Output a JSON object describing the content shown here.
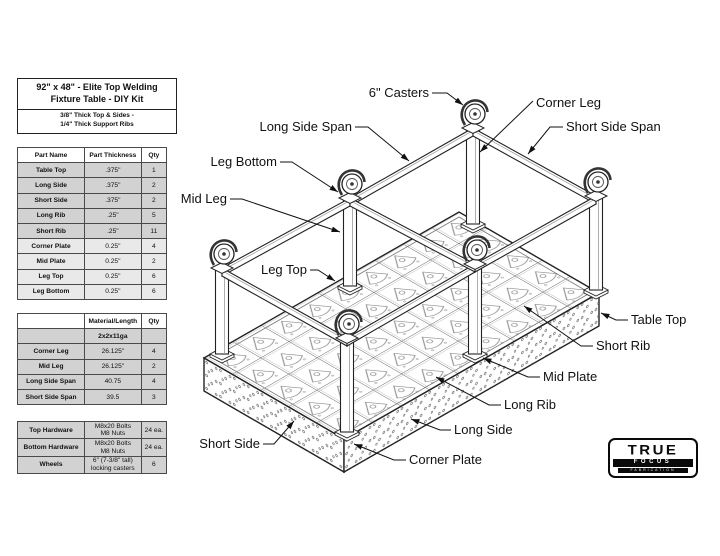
{
  "title_block": {
    "title_line1": "92\" x 48\" - Elite Top Welding",
    "title_line2": "Fixture Table - DIY Kit",
    "subtitle_line1": "3/8\" Thick Top & Sides -",
    "subtitle_line2": "1/4\" Thick Support Ribs"
  },
  "parts_table": {
    "headers": [
      "Part Name",
      "Part Thickness",
      "Qty"
    ],
    "rows": [
      {
        "name": "Table Top",
        "thickness": ".375\"",
        "qty": "1"
      },
      {
        "name": "Long Side",
        "thickness": ".375\"",
        "qty": "2"
      },
      {
        "name": "Short Side",
        "thickness": ".375\"",
        "qty": "2"
      },
      {
        "name": "Long Rib",
        "thickness": ".25\"",
        "qty": "5"
      },
      {
        "name": "Short Rib",
        "thickness": ".25\"",
        "qty": "11"
      },
      {
        "name": "Corner Plate",
        "thickness": "0.25\"",
        "qty": "4"
      },
      {
        "name": "Mid Plate",
        "thickness": "0.25\"",
        "qty": "2"
      },
      {
        "name": "Leg Top",
        "thickness": "0.25\"",
        "qty": "6"
      },
      {
        "name": "Leg Bottom",
        "thickness": "0.25\"",
        "qty": "6"
      }
    ]
  },
  "materials_table": {
    "headers": [
      "",
      "Material/Length",
      "Qty"
    ],
    "rows": [
      {
        "name": "",
        "value": "2x2x11ga",
        "qty": ""
      },
      {
        "name": "Corner Leg",
        "value": "26.125\"",
        "qty": "4"
      },
      {
        "name": "Mid Leg",
        "value": "26.125\"",
        "qty": "2"
      },
      {
        "name": "Long Side Span",
        "value": "40.75",
        "qty": "4"
      },
      {
        "name": "Short Side Span",
        "value": "39.5",
        "qty": "3"
      }
    ]
  },
  "hardware_table": {
    "rows": [
      {
        "name": "Top Hardware",
        "value_line1": "M8x20 Bolts",
        "value_line2": "M8 Nuts",
        "qty": "24 ea."
      },
      {
        "name": "Bottom Hardware",
        "value_line1": "M8x20 Bolts",
        "value_line2": "M8 Nuts",
        "qty": "24 ea."
      },
      {
        "name": "Wheels",
        "value_line1": "6\" (7-3/8\" tall)",
        "value_line2": "locking casters",
        "qty": "6"
      }
    ]
  },
  "diagram": {
    "callouts": {
      "casters": "6\" Casters",
      "corner_leg": "Corner Leg",
      "long_side_span": "Long Side Span",
      "short_side_span": "Short Side Span",
      "leg_bottom": "Leg Bottom",
      "mid_leg": "Mid Leg",
      "leg_top": "Leg Top",
      "table_top": "Table Top",
      "short_rib": "Short Rib",
      "mid_plate": "Mid Plate",
      "long_rib": "Long Rib",
      "long_side": "Long Side",
      "short_side": "Short Side",
      "corner_plate": "Corner Plate"
    }
  },
  "logo": {
    "line1": "TRUE",
    "line2": "FOCUS",
    "line3": "FABRICATION"
  },
  "colors": {
    "line": "#222222",
    "row_dark": "#d2d2d2",
    "row_light": "#e9e9e9"
  }
}
